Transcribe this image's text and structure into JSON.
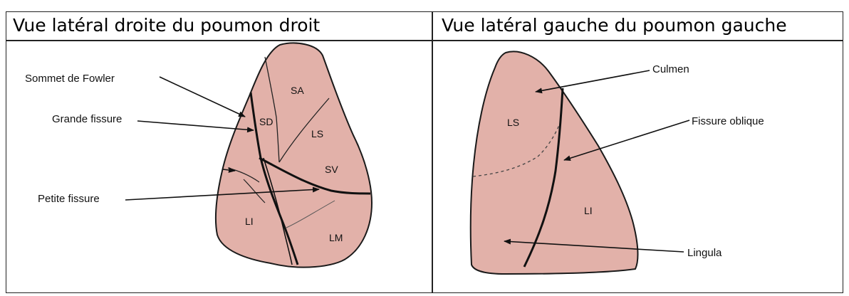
{
  "panels": {
    "left": {
      "title": "Vue latéral droite du poumon droit",
      "annotations": [
        "Sommet de Fowler",
        "Grande fissure",
        "Petite fissure"
      ],
      "segments": [
        "SA",
        "SD",
        "LS",
        "SV",
        "LI",
        "LM"
      ]
    },
    "right": {
      "title": "Vue latéral gauche du poumon gauche",
      "annotations": [
        "Culmen",
        "Fissure oblique",
        "Lingula"
      ],
      "segments": [
        "LS",
        "LI"
      ]
    }
  },
  "colors": {
    "lung_fill": "#e2b1a9",
    "outline": "#1a1a1a",
    "background": "#ffffff"
  }
}
